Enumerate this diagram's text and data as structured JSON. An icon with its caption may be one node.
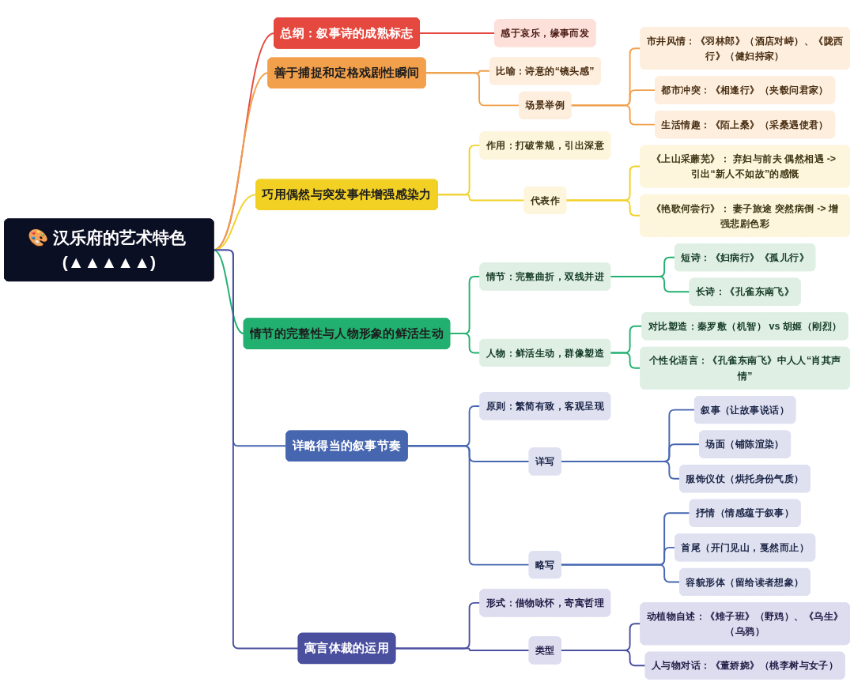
{
  "diagram": {
    "nodes": [
      {
        "text": [
          "🎨 汉乐府的艺术特色 (▲▲▲▲▲)"
        ]
      },
      {
        "text": [
          "总纲：叙事诗的成熟标志"
        ]
      },
      {
        "text": [
          "感于哀乐，缘事而发"
        ]
      },
      {
        "text": [
          "善于捕捉和定格戏剧性瞬间"
        ]
      },
      {
        "text": [
          "比喻：诗意的“镜头感”"
        ]
      },
      {
        "text": [
          "场景举例"
        ]
      },
      {
        "text": [
          "市井风情：《羽林郎》（酒店对峙）、《陇西行》（健妇持家）"
        ]
      },
      {
        "text": [
          "都市冲突：《相逢行》（夹毂问君家）"
        ]
      },
      {
        "text": [
          "生活情趣：《陌上桑》（采桑遇使君）"
        ]
      },
      {
        "text": [
          "巧用偶然与突发事件增强感染力"
        ]
      },
      {
        "text": [
          "作用：打破常规，引出深意"
        ]
      },
      {
        "text": [
          "代表作"
        ]
      },
      {
        "text": [
          "《上山采蘼芜》： 弃妇与前夫 偶然相遇 -> 引出“新人不如故”的感慨"
        ]
      },
      {
        "text": [
          "《艳歌何尝行》： 妻子旅途 突然病倒 -> 增强悲剧色彩"
        ]
      },
      {
        "text": [
          "情节的完整性与人物形象的鲜活生动"
        ]
      },
      {
        "text": [
          "情节：完整曲折，双线并进"
        ]
      },
      {
        "text": [
          "短诗：《妇病行》《孤儿行》"
        ]
      },
      {
        "text": [
          "长诗：《孔雀东南飞》"
        ]
      },
      {
        "text": [
          "人物：鲜活生动，群像塑造"
        ]
      },
      {
        "text": [
          "对比塑造：秦罗敷（机智） vs 胡姬（刚烈）"
        ]
      },
      {
        "text": [
          "个性化语言：《孔雀东南飞》中人人“肖其声情”"
        ]
      },
      {
        "text": [
          "详略得当的叙事节奏"
        ]
      },
      {
        "text": [
          "原则：繁简有致，客观呈现"
        ]
      },
      {
        "text": [
          "详写"
        ]
      },
      {
        "text": [
          "叙事（让故事说话）"
        ]
      },
      {
        "text": [
          "场面（铺陈渲染）"
        ]
      },
      {
        "text": [
          "服饰仪仗（烘托身份气质）"
        ]
      },
      {
        "text": [
          "略写"
        ]
      },
      {
        "text": [
          "抒情（情感蕴于叙事）"
        ]
      },
      {
        "text": [
          "首尾（开门见山，戛然而止）"
        ]
      },
      {
        "text": [
          "容貌形体（留给读者想象）"
        ]
      },
      {
        "text": [
          "寓言体裁的运用"
        ]
      },
      {
        "text": [
          "形式：借物咏怀，寄寓哲理"
        ]
      },
      {
        "text": [
          "类型"
        ]
      },
      {
        "text": [
          "动植物自述：《雉子班》（野鸡）、《乌生》（乌鸦）"
        ]
      },
      {
        "text": [
          "人与物对话：《董娇娆》（桃李树与女子）"
        ]
      }
    ],
    "edges": [
      {
        "from": 0,
        "to": 1,
        "arrow": "none",
        "color": "#e5483f"
      },
      {
        "from": 1,
        "to": 2,
        "arrow": "none",
        "color": "#e5483f"
      },
      {
        "from": 0,
        "to": 3,
        "arrow": "none",
        "color": "#f0a04b"
      },
      {
        "from": 3,
        "to": 4,
        "arrow": "none",
        "color": "#f0a04b"
      },
      {
        "from": 3,
        "to": 5,
        "arrow": "none",
        "color": "#f0a04b"
      },
      {
        "from": 5,
        "to": 6,
        "arrow": "none",
        "color": "#f0a04b"
      },
      {
        "from": 5,
        "to": 7,
        "arrow": "none",
        "color": "#f0a04b"
      },
      {
        "from": 5,
        "to": 8,
        "arrow": "none",
        "color": "#f0a04b"
      },
      {
        "from": 0,
        "to": 9,
        "arrow": "none",
        "color": "#f2d024"
      },
      {
        "from": 9,
        "to": 10,
        "arrow": "none",
        "color": "#f2d024"
      },
      {
        "from": 9,
        "to": 11,
        "arrow": "none",
        "color": "#f2d024"
      },
      {
        "from": 11,
        "to": 12,
        "arrow": "none",
        "color": "#f2d024"
      },
      {
        "from": 11,
        "to": 13,
        "arrow": "none",
        "color": "#f2d024"
      },
      {
        "from": 0,
        "to": 14,
        "arrow": "none",
        "color": "#22b070"
      },
      {
        "from": 14,
        "to": 15,
        "arrow": "none",
        "color": "#22b070"
      },
      {
        "from": 15,
        "to": 16,
        "arrow": "none",
        "color": "#22b070"
      },
      {
        "from": 15,
        "to": 17,
        "arrow": "none",
        "color": "#22b070"
      },
      {
        "from": 14,
        "to": 18,
        "arrow": "none",
        "color": "#22b070"
      },
      {
        "from": 18,
        "to": 19,
        "arrow": "none",
        "color": "#22b070"
      },
      {
        "from": 18,
        "to": 20,
        "arrow": "none",
        "color": "#22b070"
      },
      {
        "from": 0,
        "to": 21,
        "arrow": "none"
      },
      {
        "from": 21,
        "to": 22,
        "arrow": "none"
      },
      {
        "from": 21,
        "to": 23,
        "arrow": "none"
      },
      {
        "from": 23,
        "to": 24,
        "arrow": "none"
      },
      {
        "from": 23,
        "to": 25,
        "arrow": "none"
      },
      {
        "from": 23,
        "to": 26,
        "arrow": "none"
      },
      {
        "from": 21,
        "to": 27,
        "arrow": "none"
      },
      {
        "from": 27,
        "to": 28,
        "arrow": "none"
      },
      {
        "from": 27,
        "to": 29,
        "arrow": "none"
      },
      {
        "from": 27,
        "to": 30,
        "arrow": "none"
      },
      {
        "from": 0,
        "to": 31,
        "arrow": "none",
        "color": "#4a4f9e"
      },
      {
        "from": 31,
        "to": 32,
        "arrow": "none",
        "color": "#4a4f9e"
      },
      {
        "from": 31,
        "to": 33,
        "arrow": "none",
        "color": "#4a4f9e"
      },
      {
        "from": 33,
        "to": 34,
        "arrow": "none",
        "color": "#4a4f9e"
      },
      {
        "from": 33,
        "to": 35,
        "arrow": "none",
        "color": "#4a4f9e"
      }
    ]
  }
}
